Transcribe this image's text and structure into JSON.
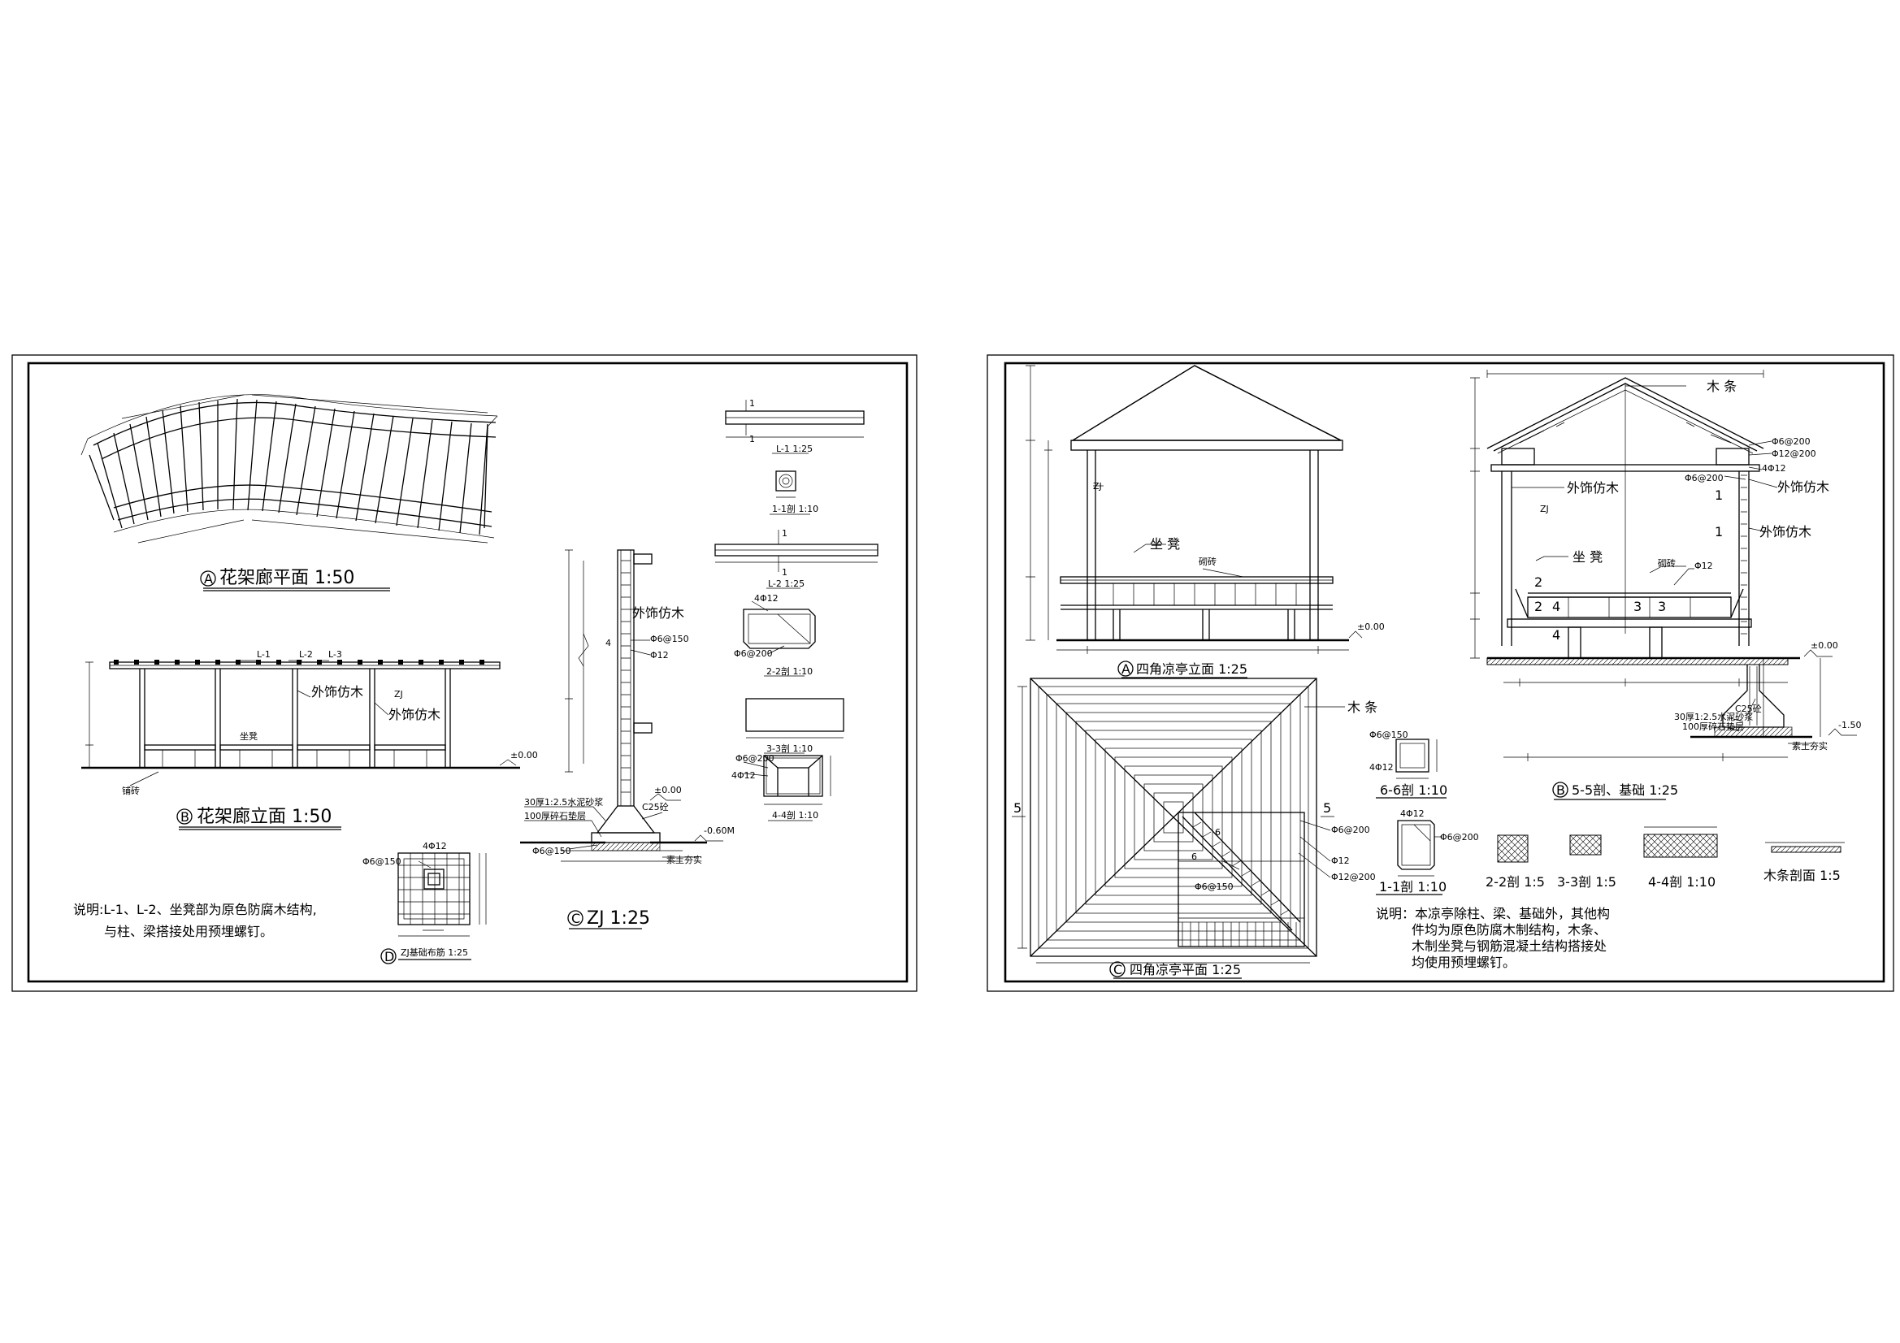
{
  "left_sheet": {
    "plan_title": "花架廊平面 1:50",
    "plan_mark": "A",
    "elev_title": "花架廊立面 1:50",
    "elev_mark": "B",
    "zj_title": "ZJ 1:25",
    "zj_mark": "C",
    "zjplan_title": "ZJ基础布筋 1:25",
    "zjplan_mark": "D",
    "note_line1": "说明:L-1、L-2、坐凳部为原色防腐木结构,",
    "note_line2": "与柱、梁搭接处用预埋螺钉。",
    "lbl_l1": "L-1",
    "lbl_l2": "L-2",
    "lbl_l3": "L-3",
    "lbl_wood1": "外饰仿木",
    "lbl_wood2": "外饰仿木",
    "lbl_wood3": "外饰仿木",
    "lbl_zj": "ZJ",
    "lbl_seat": "坐凳",
    "lbl_paving": "铺砖",
    "lbl_pm000": "±0.00",
    "zj_lbl_phi6150": "Φ6@150",
    "zj_lbl_phi12": "Φ12",
    "zj_lbl_num4": "4",
    "zj_lbl_000": "±0.00",
    "zj_lbl_m060": "-0.60M",
    "zj_lbl_c25": "C25砼",
    "zj_lbl_layer1": "30厚1:2.5水泥砂浆",
    "zj_lbl_layer2": "100厚碎石垫层",
    "zj_lbl_soil": "素土夯实",
    "zj_lbl_phi6150b": "Φ6@150",
    "zjp_lbl_4phi12": "4Φ12",
    "zjp_lbl_phi6150": "Φ6@150",
    "det_l1": "L-1 1:25",
    "det_11": "1-1剖 1:10",
    "det_l2": "L-2 1:25",
    "det_22": "2-2剖 1:10",
    "det_33": "3-3剖 1:10",
    "det_44": "4-4剖 1:10",
    "det_4phi12": "4Φ12",
    "det_phi6200": "Φ6@200",
    "det_phi6200b": "Φ6@200",
    "det_4phi12b": "4Φ12"
  },
  "right_sheet": {
    "elev_title": "四角凉亭立面 1:25",
    "elev_mark": "A",
    "plan_title": "四角凉亭平面 1:25",
    "plan_mark": "C",
    "sec_title": "5-5剖、基础 1:25",
    "sec_mark": "B",
    "lbl_mutiao": "木 条",
    "lbl_mutiao2": "木 条",
    "lbl_zj": "ZJ",
    "lbl_seat": "坐 凳",
    "lbl_brick": "砌砖",
    "lbl_zj2": "ZJ",
    "lbl_seat2": "坐 凳",
    "lbl_brick2": "砌砖",
    "lbl_wood1": "外饰仿木",
    "lbl_wood2": "外饰仿木",
    "lbl_wood3": "外饰仿木",
    "lbl_phi6200": "Φ6@200",
    "lbl_12phi200": "Φ12@200",
    "lbl_4phi12": "4Φ12",
    "lbl_phi6200b": "Φ6@200",
    "lbl_phi12": "Φ12",
    "lbl_pm000": "±0.00",
    "lbl_pm000b": "±0.00",
    "lbl_m150": "-1.50",
    "lbl_c25": "C25砼",
    "lbl_layer1": "30厚1:2.5水泥砂浆",
    "lbl_layer2": "100厚碎石垫层",
    "lbl_soil": "素土夯实",
    "sec_num1a": "1",
    "sec_num1b": "1",
    "sec_num2a": "2",
    "sec_num2b": "2",
    "sec_num3a": "3",
    "sec_num3b": "3",
    "sec_num4a": "4",
    "sec_num4b": "4",
    "plan_5a": "5",
    "plan_5b": "5",
    "plan_6a": "6",
    "plan_6b": "6",
    "plan_lbl_phi6200": "Φ6@200",
    "plan_lbl_phi12": "Φ12",
    "plan_lbl_12phi200": "Φ12@200",
    "plan_lbl_phi6150": "Φ6@150",
    "det66_phi6150": "Φ6@150",
    "det66_4phi12": "4Φ12",
    "det66_title": "6-6剖 1:10",
    "det11_4phi12": "4Φ12",
    "det11_phi6200": "Φ6@200",
    "det11_title": "1-1剖 1:10",
    "det22_title": "2-2剖 1:5",
    "det33_title": "3-3剖 1:5",
    "det44_title": "4-4剖 1:10",
    "detmt_title": "木条剖面 1:5",
    "note_line1": "说明：本凉亭除柱、梁、基础外，其他构",
    "note_line2": "件均为原色防腐木制结构，木条、",
    "note_line3": "木制坐凳与钢筋混凝土结构搭接处",
    "note_line4": "均使用预埋螺钉。"
  }
}
